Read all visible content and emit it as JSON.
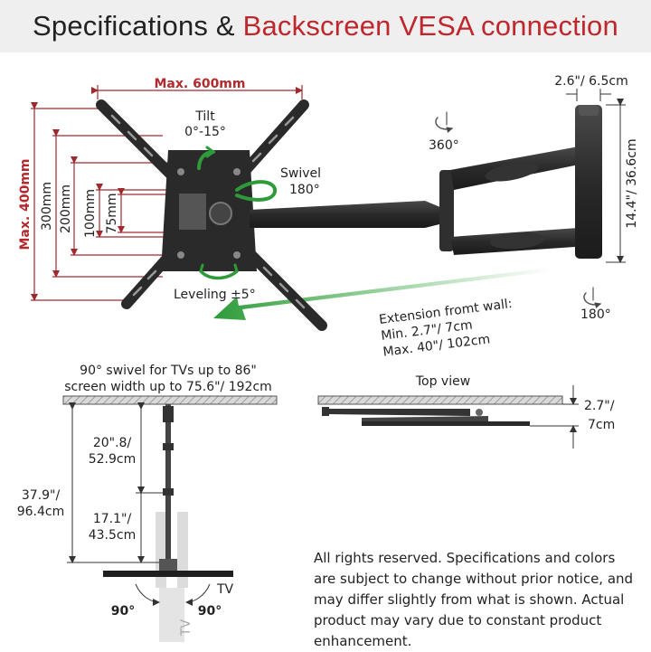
{
  "header": {
    "title_part1": "Specifications & ",
    "title_part2": "Backscreen VESA connection"
  },
  "colors": {
    "accent_red": "#b22a2e",
    "arrow_green": "#2e9b3a",
    "mount_dark": "#2a2a2a",
    "dim_line": "#9e2a2e"
  },
  "vesa": {
    "max_width": "Max. 600mm",
    "max_height": "Max. 400mm",
    "h300": "300mm",
    "h200": "200mm",
    "h100": "100mm",
    "h75": "75mm"
  },
  "motion": {
    "tilt_label": "Tilt",
    "tilt_range": "0°-15°",
    "swivel_label": "Swivel",
    "swivel_range": "180°",
    "leveling": "Leveling ±5°",
    "rotate_360": "360°",
    "rotate_180": "180°"
  },
  "wall_plate": {
    "depth": "2.6\"/ 6.5cm",
    "height": "14.4\"/ 36.6cm"
  },
  "extension": {
    "title": "Extension fromt wall:",
    "min": "Min. 2.7\"/ 7cm",
    "max": "Max. 40\"/ 102cm"
  },
  "front_view": {
    "caption_line1": "90° swivel for TVs up to 86\"",
    "caption_line2": "screen width up to 75.6\"/ 192cm",
    "total_a": "37.9\"/",
    "total_b": "96.4cm",
    "upper_a": "20\".8/",
    "upper_b": "52.9cm",
    "lower_a": "17.1\"/",
    "lower_b": "43.5cm",
    "angle_left": "90°",
    "angle_right": "90°",
    "tv_label": "TV",
    "tv_vertical": "TV"
  },
  "top_view": {
    "title": "Top view",
    "depth_a": "2.7\"/",
    "depth_b": "7cm"
  },
  "disclaimer": "All rights reserved. Specifications and colors are subject to change without prior notice, and may differ slightly from what is shown. Actual product may vary due to constant product enhancement."
}
